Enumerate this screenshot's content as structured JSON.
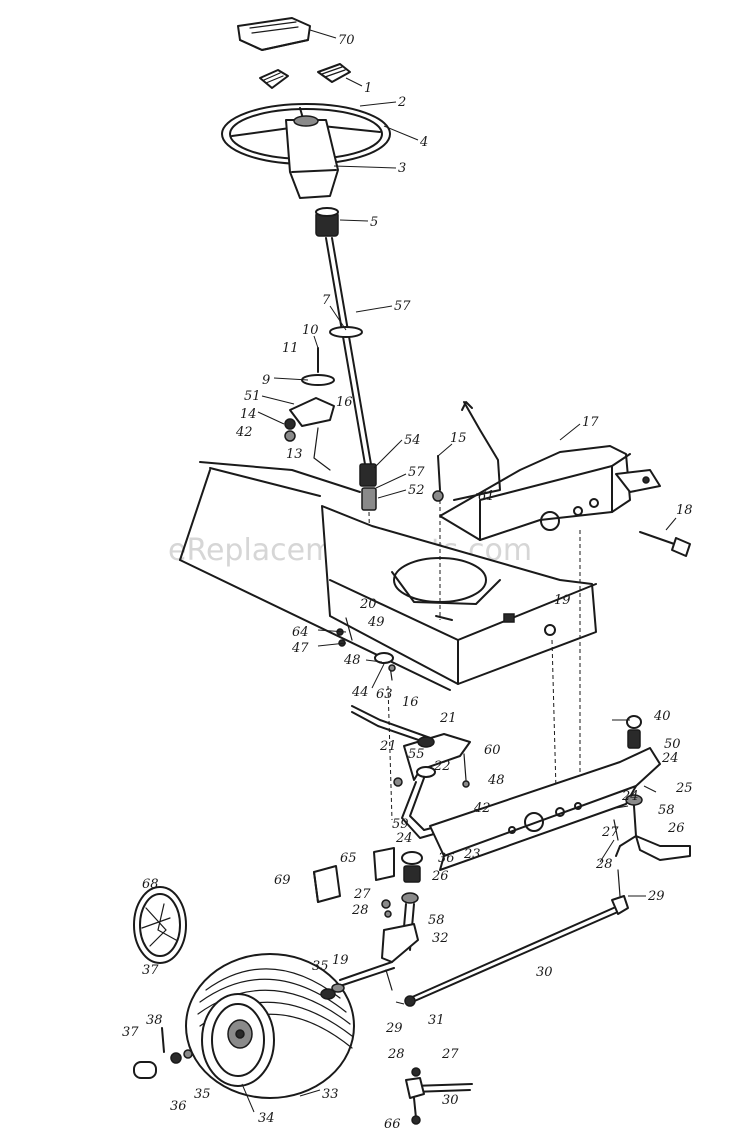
{
  "watermark": "eReplacementParts.com",
  "callouts": [
    {
      "id": "c70",
      "text": "70"
    },
    {
      "id": "c1",
      "text": "1"
    },
    {
      "id": "c2",
      "text": "2"
    },
    {
      "id": "c4",
      "text": "4"
    },
    {
      "id": "c3",
      "text": "3"
    },
    {
      "id": "c5",
      "text": "5"
    },
    {
      "id": "c7",
      "text": "7"
    },
    {
      "id": "c57a",
      "text": "57"
    },
    {
      "id": "c10",
      "text": "10"
    },
    {
      "id": "c11",
      "text": "11"
    },
    {
      "id": "c9",
      "text": "9"
    },
    {
      "id": "c51",
      "text": "51"
    },
    {
      "id": "c16a",
      "text": "16"
    },
    {
      "id": "c14",
      "text": "14"
    },
    {
      "id": "c42a",
      "text": "42"
    },
    {
      "id": "c13",
      "text": "13"
    },
    {
      "id": "c54",
      "text": "54"
    },
    {
      "id": "c15",
      "text": "15"
    },
    {
      "id": "c17",
      "text": "17"
    },
    {
      "id": "c57b",
      "text": "57"
    },
    {
      "id": "c52",
      "text": "52"
    },
    {
      "id": "c61",
      "text": "61"
    },
    {
      "id": "c18",
      "text": "18"
    },
    {
      "id": "c19",
      "text": "19"
    },
    {
      "id": "c20",
      "text": "20"
    },
    {
      "id": "c64",
      "text": "64"
    },
    {
      "id": "c49",
      "text": "49"
    },
    {
      "id": "c47",
      "text": "47"
    },
    {
      "id": "c48a",
      "text": "48"
    },
    {
      "id": "c44",
      "text": "44"
    },
    {
      "id": "c63",
      "text": "63"
    },
    {
      "id": "c16b",
      "text": "16"
    },
    {
      "id": "c21a",
      "text": "21"
    },
    {
      "id": "c21b",
      "text": "21"
    },
    {
      "id": "c55",
      "text": "55"
    },
    {
      "id": "c22",
      "text": "22"
    },
    {
      "id": "c60",
      "text": "60"
    },
    {
      "id": "c48b",
      "text": "48"
    },
    {
      "id": "c42b",
      "text": "42"
    },
    {
      "id": "c40",
      "text": "40"
    },
    {
      "id": "c50",
      "text": "50"
    },
    {
      "id": "c24a",
      "text": "24"
    },
    {
      "id": "c25",
      "text": "25"
    },
    {
      "id": "c24b",
      "text": "24"
    },
    {
      "id": "c58a",
      "text": "58"
    },
    {
      "id": "c26a",
      "text": "26"
    },
    {
      "id": "c59",
      "text": "59"
    },
    {
      "id": "c24c",
      "text": "24"
    },
    {
      "id": "c27a",
      "text": "27"
    },
    {
      "id": "c28a",
      "text": "28"
    },
    {
      "id": "c36",
      "text": "36"
    },
    {
      "id": "c23",
      "text": "23"
    },
    {
      "id": "c65",
      "text": "65"
    },
    {
      "id": "c69",
      "text": "69"
    },
    {
      "id": "c26b",
      "text": "26"
    },
    {
      "id": "c29a",
      "text": "29"
    },
    {
      "id": "c68",
      "text": "68"
    },
    {
      "id": "c27b",
      "text": "27"
    },
    {
      "id": "c28b",
      "text": "28"
    },
    {
      "id": "c58b",
      "text": "58"
    },
    {
      "id": "c32",
      "text": "32"
    },
    {
      "id": "c37a",
      "text": "37"
    },
    {
      "id": "c30a",
      "text": "30"
    },
    {
      "id": "c35a",
      "text": "35"
    },
    {
      "id": "c19b",
      "text": "19"
    },
    {
      "id": "c29b",
      "text": "29"
    },
    {
      "id": "c31",
      "text": "31"
    },
    {
      "id": "c37b",
      "text": "37"
    },
    {
      "id": "c38",
      "text": "38"
    },
    {
      "id": "c28c",
      "text": "28"
    },
    {
      "id": "c27c",
      "text": "27"
    },
    {
      "id": "c33",
      "text": "33"
    },
    {
      "id": "c36b",
      "text": "36"
    },
    {
      "id": "c35b",
      "text": "35"
    },
    {
      "id": "c34",
      "text": "34"
    },
    {
      "id": "c30b",
      "text": "30"
    },
    {
      "id": "c66",
      "text": "66"
    }
  ]
}
